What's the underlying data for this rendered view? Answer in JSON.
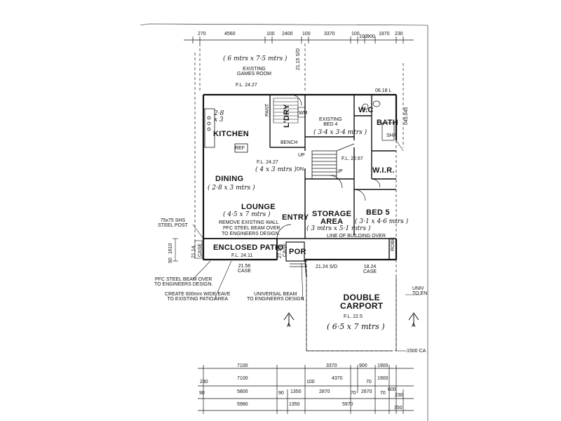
{
  "dims": {
    "top": [
      "270",
      "4560",
      "100",
      "2400",
      "100",
      "3370",
      "100",
      "100",
      "900",
      "1870",
      "230"
    ],
    "bottom_row1": [
      "7100",
      "3370",
      "900",
      "1900"
    ],
    "bottom_row2": [
      "230",
      "7100",
      "100",
      "4370",
      "70",
      "1900"
    ],
    "bottom_row3": [
      "90",
      "5800",
      "90",
      "1350",
      "2870",
      "70",
      "2670",
      "70",
      "600",
      "230"
    ],
    "bottom_row4": [
      "5980",
      "1350",
      "5970",
      "350"
    ],
    "left_side": [
      "1610",
      "90"
    ],
    "porch_side": [
      "21.14",
      "CASE",
      "27.14",
      "CASE"
    ],
    "right_side": [
      "045.045",
      "06.18 L"
    ]
  },
  "rooms": {
    "games_room": "EXISTING\nGAMES ROOM",
    "games_fl": "F.L. 24.27",
    "games_hand": "( 6 mtrs  x 7·5 mtrs )",
    "sd_top": "21.15 S/D",
    "pant": "PANT",
    "ldry": "L'DRY",
    "wm": "WM",
    "bench": "BENCH",
    "bed4": "EXISTING\nBED 4",
    "bed4_hand": "( 3·4 x 3·4 mtrs )",
    "wc": "W.C",
    "bath": "BATH",
    "shr": "SHR",
    "kitchen": "KITCHEN",
    "kitchen_hand": "2·8\nx 3",
    "ref": "REF",
    "dining": "DINING",
    "dining_hand": "( 2·8 x 3 mtrs )",
    "main_fl": "F.L. 24.27",
    "lounge_hand_small": "( 4 x 3 mtrs )",
    "up1": "UP",
    "dn": "DN.",
    "up2": "UP",
    "fl_2267": "F.L. 22.67",
    "wir": "W.I.R.",
    "lounge": "LOUNGE",
    "lounge_hand": "( 4·5 x 7 mtrs )",
    "remove_wall": "REMOVE EXISTING WALL",
    "pfc_beam": "PFC STEEL BEAM OVER",
    "to_engineers": "TO ENGINEERS DESIGN.",
    "entry": "ENTRY",
    "storage": "STORAGE\nAREA",
    "storage_hand": "( 3 mtrs x 5·1 mtrs )",
    "bed5": "BED 5",
    "bed5_hand": "( 3·1 x 4·6 mtrs )",
    "line_of_building": "LINE OF BUILDING OVER",
    "robe": "ROBE",
    "enclosed_patio": "ENCLOSED PATIO",
    "patio_fl": "F.L. 24.11",
    "por": "POR",
    "case_2156": "21.56\nCASE",
    "sd_2124": "21.24 S/D",
    "case_1824": "18.24\nCASE",
    "carport": "DOUBLE\nCARPORT",
    "carport_fl": "F.L. 22.5",
    "carport_hand": "( 6·5 x 7 mtrs )"
  },
  "notes": {
    "shs_post": "75x75 SHS\nSTEEL POST",
    "pfc_over": "PFC STEEL BEAM OVER\nTO ENGINEERS DESIGN.",
    "eave": "CREATE 600mm WIDE EAVE\nTO EXISTING PATIO AREA",
    "universal": "UNIVERSAL BEAM\nTO ENGINEERS DESIGN",
    "right_universal": "UNIV\nTO EN",
    "right_1500": "1500 CA"
  },
  "section_markers": [
    "A",
    "A"
  ]
}
